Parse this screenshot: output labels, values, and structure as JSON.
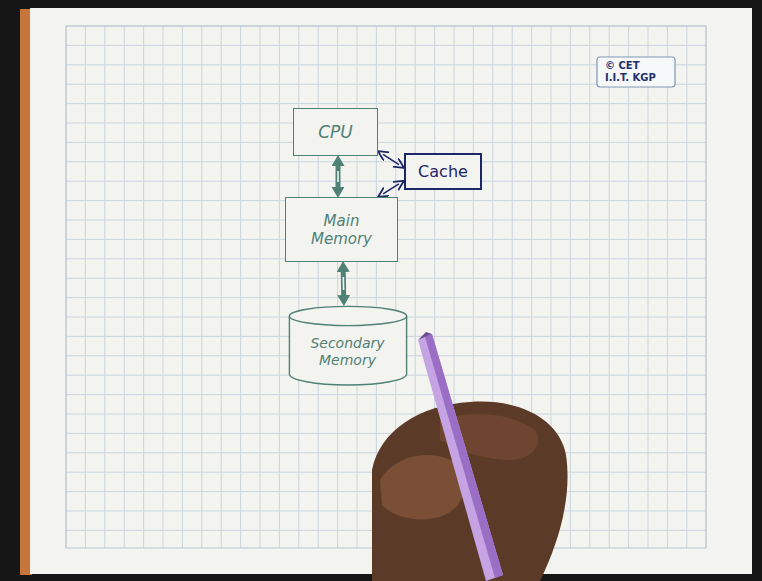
{
  "diagram": {
    "nodes": [
      {
        "text": [
          "CPU"
        ]
      },
      {
        "text": [
          "Cache"
        ]
      },
      {
        "text": [
          "Main Memory"
        ]
      },
      {
        "text": [
          "Secondary Memory"
        ]
      }
    ],
    "edges": [
      {
        "from": 0,
        "to": 2,
        "arrow": "both"
      },
      {
        "from": 0,
        "to": 1,
        "arrow": "both"
      },
      {
        "from": 1,
        "to": 2,
        "arrow": "both"
      },
      {
        "from": 2,
        "to": 3,
        "arrow": "both"
      }
    ],
    "labels": [
      "© CET",
      "I.I.T. KGP"
    ]
  }
}
